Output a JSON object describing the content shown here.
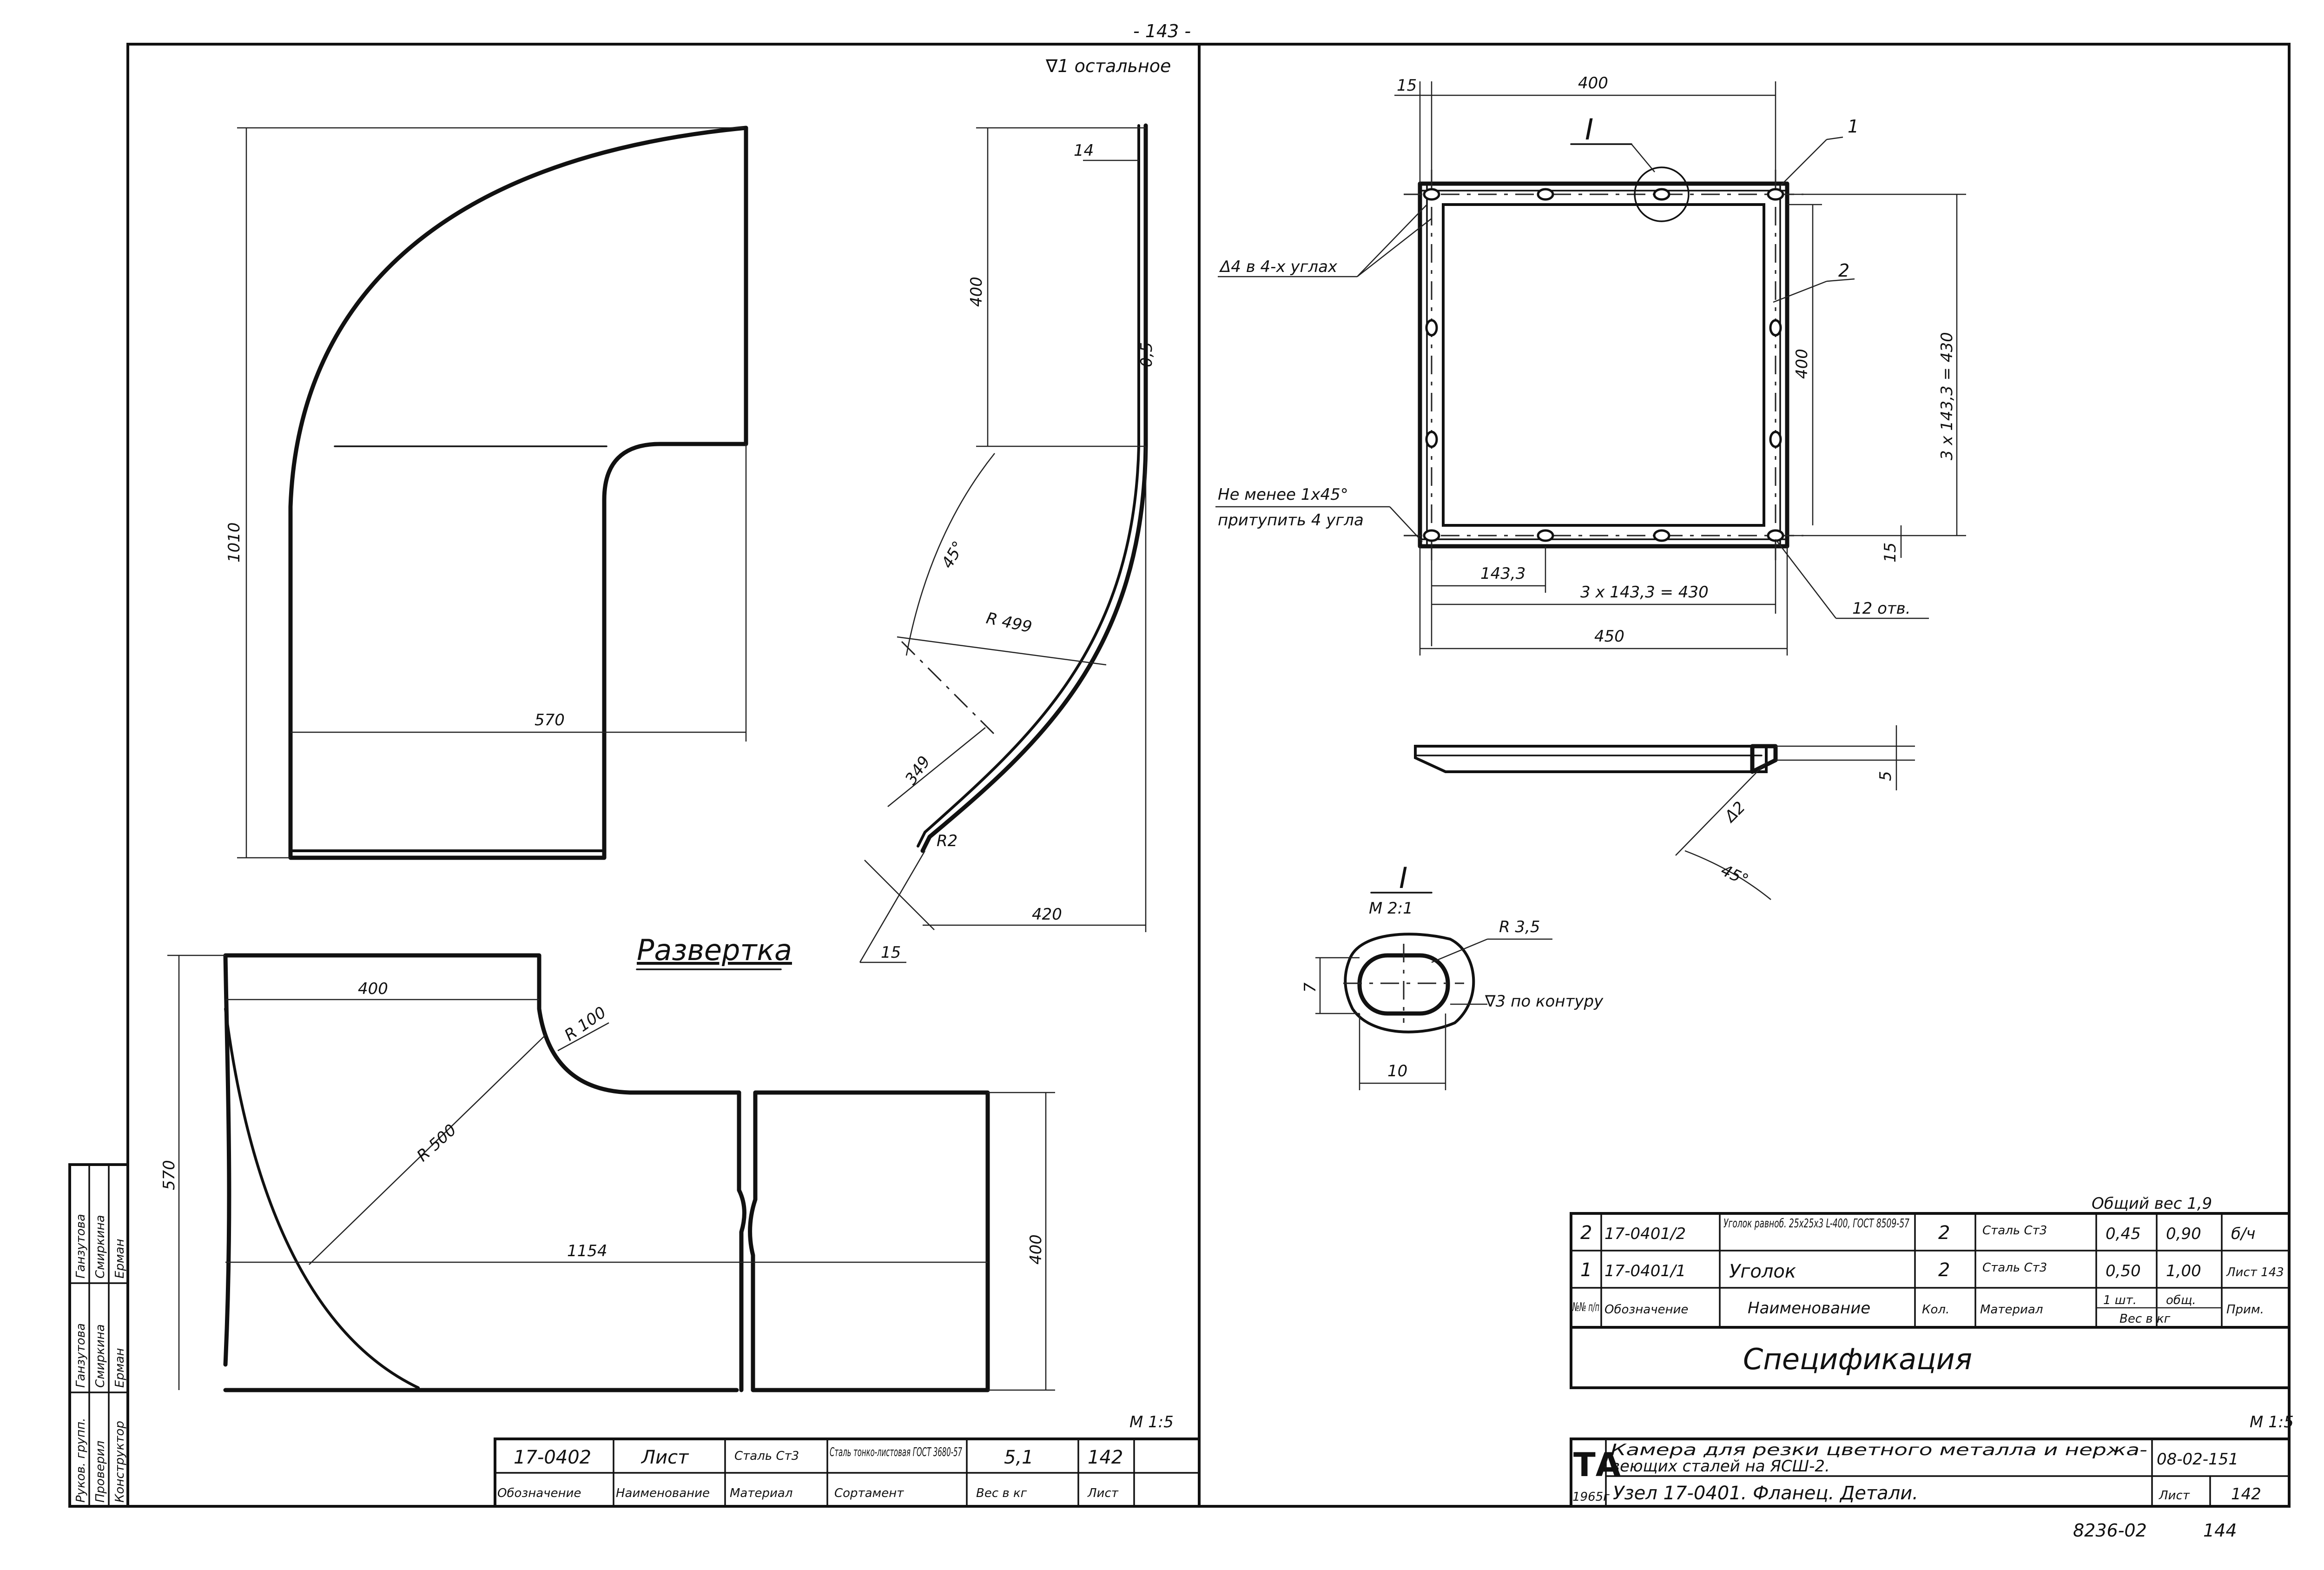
{
  "page_number": "- 143 -",
  "roughness_note": "∇1 остальное",
  "left_views": {
    "plate_dims": {
      "height": "1010",
      "width": "570"
    },
    "elbow_dims": {
      "top_height": "400",
      "offset": "14",
      "angle": "45°",
      "radius": "R 499",
      "chord": "349",
      "radius_small": "R2",
      "bottom": "420",
      "gap": "15",
      "thickness": "0,5"
    },
    "development_title": "Развертка",
    "development_dims": {
      "top_width": "400",
      "radius_small": "R 100",
      "radius_large": "R 500",
      "height": "570",
      "length": "1154",
      "right_height": "400"
    },
    "scale": "M 1:5"
  },
  "left_title_block": {
    "row1": [
      "17-0402",
      "Лист",
      "Сталь Ст3",
      "Сталь тонко-листовая ГОСТ 3680-57",
      "5,1",
      "142"
    ],
    "row2": [
      "Обозначение",
      "Наименование",
      "Материал",
      "Сортамент",
      "Вес в кг",
      "Лист"
    ]
  },
  "signature_block": {
    "rows": [
      [
        "Руков. групп.",
        "Ганзутова",
        "Ганзутова"
      ],
      [
        "Проверил",
        "Смиркина",
        "Смиркина"
      ],
      [
        "Конструктор",
        "Ерман",
        "Ерман"
      ]
    ]
  },
  "right_views": {
    "frame_dims": {
      "top": "400",
      "left_offset": "15",
      "height": "400",
      "height_total": "3 x 143,3 = 430",
      "pitch": "143,3",
      "bottom_total": "3 x 143,3 = 430",
      "overall": "450",
      "bottom_offset": "15"
    },
    "callouts": {
      "section": "I",
      "item1": "1",
      "item2": "2",
      "corners_note": "Δ4 в 4-х углах",
      "chamfer_note_line1": "Не менее 1х45°",
      "chamfer_note_line2": "притупить 4 угла",
      "holes_note": "12 отв."
    },
    "side_dims": {
      "thickness": "5",
      "angle": "45°",
      "weld": "Δ2"
    },
    "detail_title": "I",
    "detail_scale": "М 2:1",
    "detail_dims": {
      "radius": "R 3,5",
      "height": "7",
      "width": "10",
      "roughness": "∇3 по контуру"
    }
  },
  "specification": {
    "total_weight": "Общий вес 1,9",
    "rows": [
      [
        "2",
        "17-0401/2",
        "Уголок равноб. 25х25х3 L-400, ГОСТ 8509-57",
        "2",
        "Сталь Ст3",
        "0,45",
        "0,90",
        "б/ч"
      ],
      [
        "1",
        "17-0401/1",
        "Уголок",
        "2",
        "Сталь Ст3",
        "0,50",
        "1,00",
        "Лист 143"
      ]
    ],
    "header": [
      "№№ п/п",
      "Обозначение",
      "Наименование",
      "Кол.",
      "Материал",
      "1 шт.",
      "общ.",
      "Прим."
    ],
    "header_sub": "Вес в кг",
    "title": "Спецификация"
  },
  "right_title_block": {
    "scale": "М 1:5",
    "logo": "ТА",
    "year": "1965г",
    "description_line1": "Камера для резки цветного металла и нержа-",
    "description_line2": "веющих сталей на ЯСШ-2.",
    "doc_code": "08-02-151",
    "part_title": "Узел 17-0401. Фланец. Детали.",
    "sheet_label": "Лист",
    "sheet_number": "142"
  },
  "archive_number": "8236-02",
  "archive_sheet": "144"
}
